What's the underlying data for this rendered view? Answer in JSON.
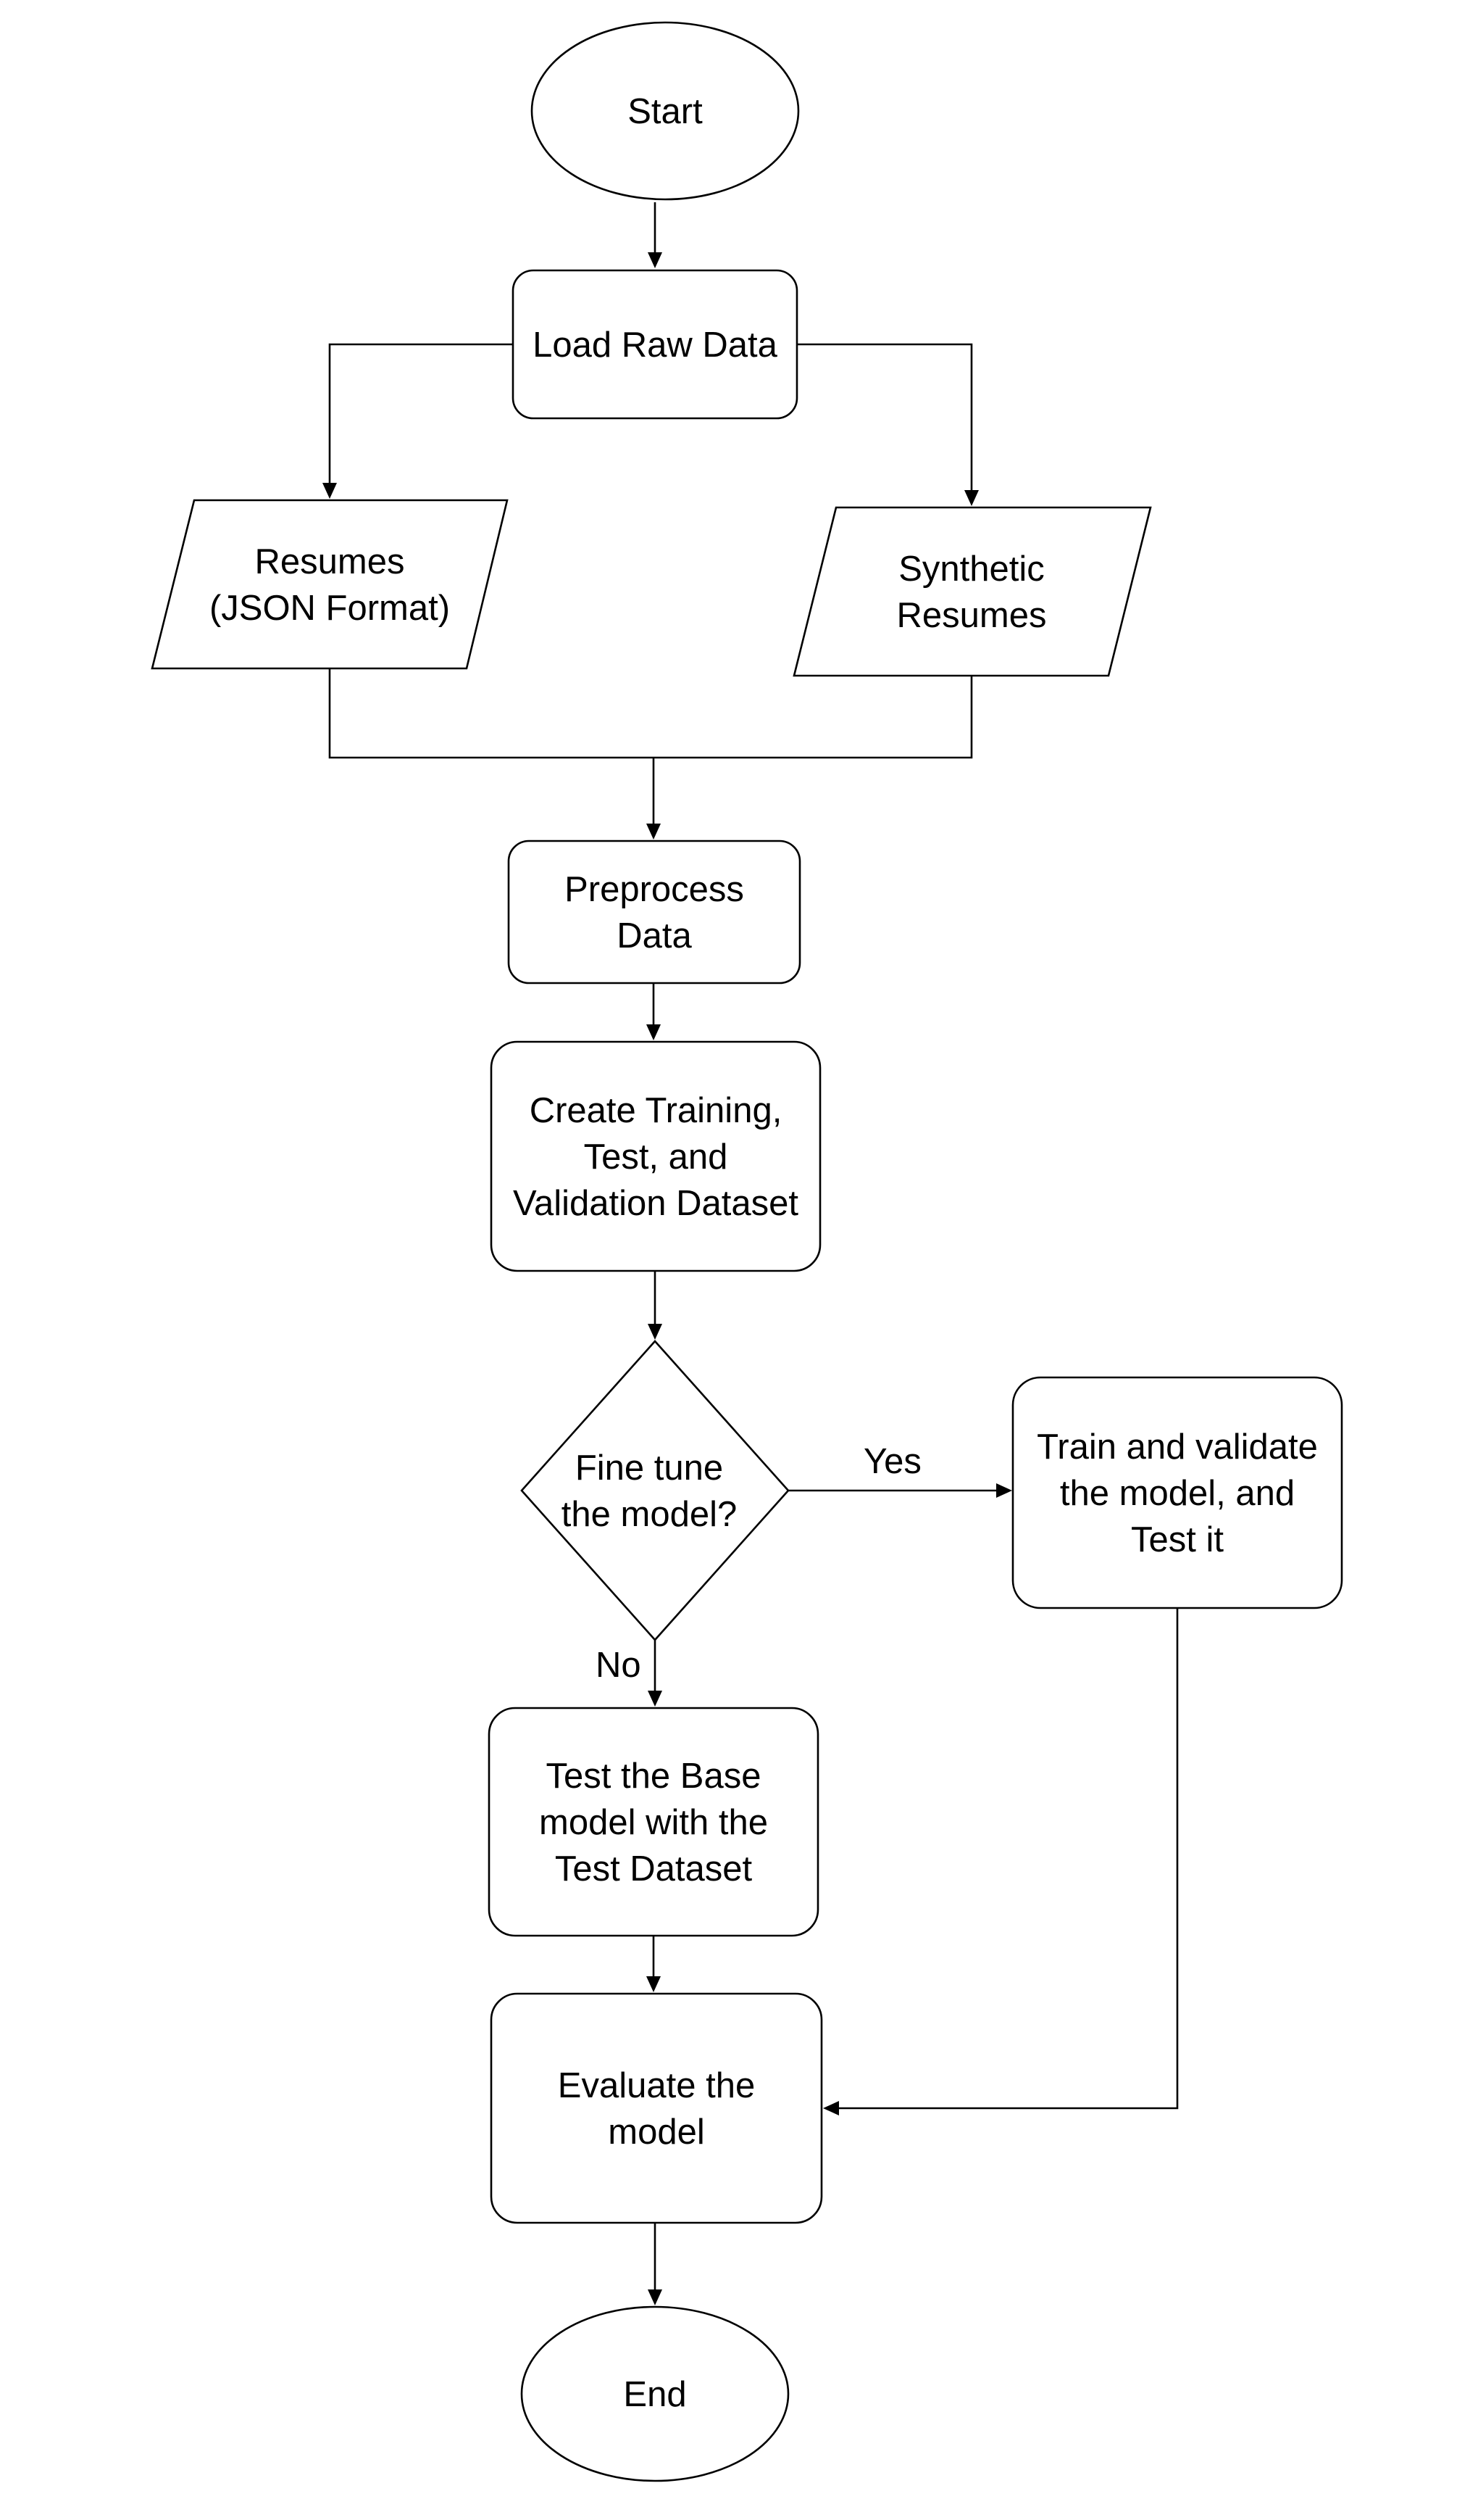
{
  "nodes": {
    "start": {
      "shape": "ellipse",
      "lines": [
        "Start"
      ]
    },
    "load": {
      "shape": "rounded-rect",
      "lines": [
        "Load Raw Data"
      ]
    },
    "resumes": {
      "shape": "parallelogram",
      "lines": [
        "Resumes",
        "(JSON Format)"
      ]
    },
    "synthetic": {
      "shape": "parallelogram",
      "lines": [
        "Synthetic",
        "Resumes"
      ]
    },
    "preprocess": {
      "shape": "rounded-rect",
      "lines": [
        "Preprocess",
        "Data"
      ]
    },
    "create": {
      "shape": "rounded-rect",
      "lines": [
        "Create Training,",
        "Test, and",
        "Validation Dataset"
      ]
    },
    "decision": {
      "shape": "diamond",
      "lines": [
        "Fine tune",
        "the model?"
      ]
    },
    "train": {
      "shape": "rounded-rect",
      "lines": [
        "Train and validate",
        "the model, and",
        "Test it"
      ]
    },
    "testbase": {
      "shape": "rounded-rect",
      "lines": [
        "Test the Base",
        "model with the",
        "Test Dataset"
      ]
    },
    "evaluate": {
      "shape": "rounded-rect",
      "lines": [
        "Evaluate the",
        "model"
      ]
    },
    "end": {
      "shape": "ellipse",
      "lines": [
        "End"
      ]
    }
  },
  "edge_labels": {
    "yes": "Yes",
    "no": "No"
  },
  "colors": {
    "stroke": "#000000",
    "fill": "#ffffff",
    "text": "#000000",
    "background": "#ffffff"
  }
}
